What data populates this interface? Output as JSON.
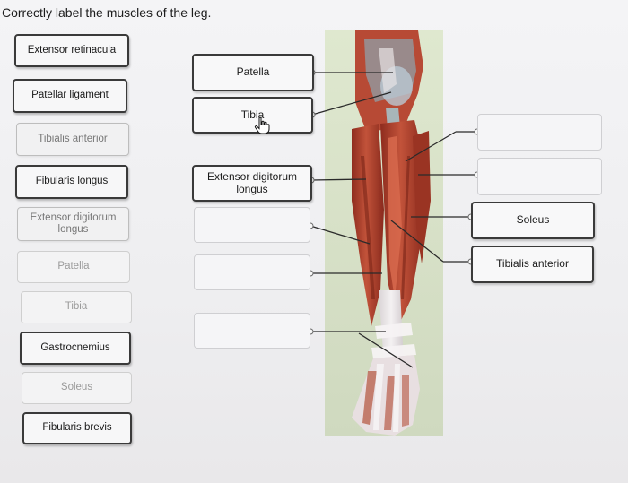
{
  "question": {
    "title": "Correctly label the muscles of the leg."
  },
  "word_bank": {
    "items": [
      {
        "label": "Extensor retinacula",
        "state": "available"
      },
      {
        "label": "Patellar ligament",
        "state": "available"
      },
      {
        "label": "Tibialis anterior",
        "state": "used"
      },
      {
        "label": "Fibularis longus",
        "state": "available"
      },
      {
        "label": "Extensor digitorum longus",
        "state": "used"
      },
      {
        "label": "Patella",
        "state": "used"
      },
      {
        "label": "Tibia",
        "state": "used"
      },
      {
        "label": "Gastrocnemius",
        "state": "available"
      },
      {
        "label": "Soleus",
        "state": "used"
      },
      {
        "label": "Fibularis brevis",
        "state": "available"
      }
    ]
  },
  "drop_targets": {
    "left": [
      {
        "label": "Patella"
      },
      {
        "label": "Tibia"
      },
      {
        "label": "Extensor digitorum longus"
      },
      {
        "label": ""
      },
      {
        "label": ""
      },
      {
        "label": ""
      }
    ],
    "right": [
      {
        "label": ""
      },
      {
        "label": ""
      },
      {
        "label": "Soleus"
      },
      {
        "label": "Tibialis anterior"
      }
    ]
  },
  "icons": {
    "cursor": "hand-pointer-icon",
    "figure": "leg-muscles-illustration"
  },
  "colors": {
    "box_border_filled": "#3a3a3a",
    "box_border_empty": "#cfcfd2",
    "muscle": "#b5442f",
    "tendon": "#e9e4e6"
  }
}
